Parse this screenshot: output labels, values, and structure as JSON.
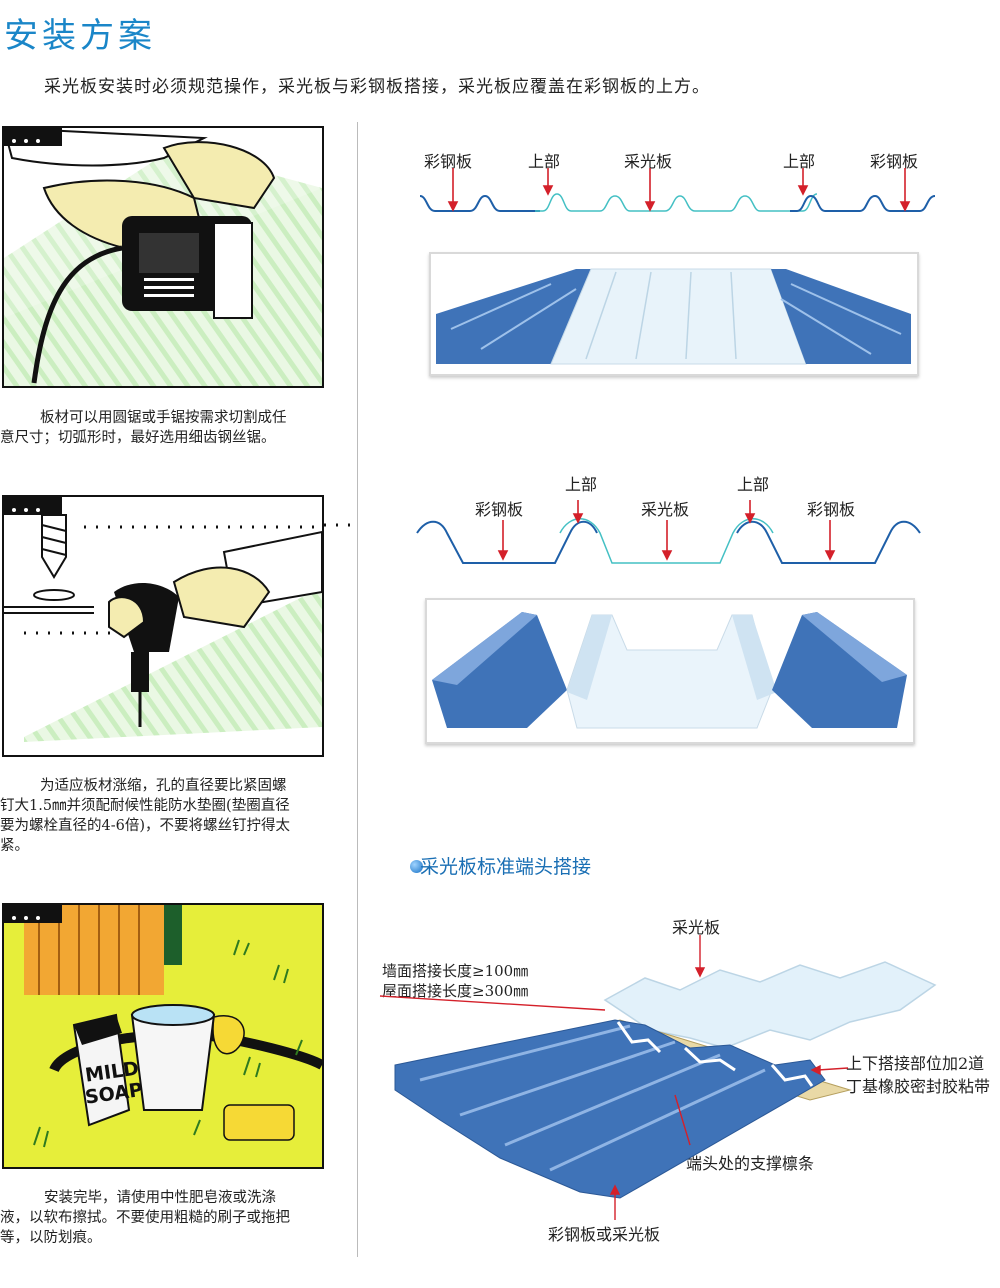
{
  "page": {
    "title": "安装方案",
    "intro": "采光板安装时必须规范操作，采光板与彩钢板搭接，采光板应覆盖在彩钢板的上方。"
  },
  "steps": [
    {
      "caption_line1": "板材可以用圆锯或手锯按需求切割成任",
      "caption_line2": "意尺寸；切弧形时，最好选用细齿钢丝锯。"
    },
    {
      "caption_line1": "为适应板材涨缩，孔的直径要比紧固螺",
      "caption_line2": "钉大1.5㎜并须配耐候性能防水垫圈(垫圈直径",
      "caption_line3": "要为螺栓直径的4-6倍)，不要将螺丝钉拧得太",
      "caption_line4": "紧。"
    },
    {
      "caption_line1": "安装完毕，请使用中性肥皂液或洗涤",
      "caption_line2": "液，以软布擦拭。不要使用粗糙的刷子或拖把",
      "caption_line3": "等，以防划痕。",
      "soap_line1": "MILD",
      "soap_line2": "SOAP"
    }
  ],
  "diagram1": {
    "labels": [
      "彩钢板",
      "上部",
      "采光板",
      "上部",
      "彩钢板"
    ]
  },
  "diagram2": {
    "labels": [
      "上部",
      "上部",
      "彩钢板",
      "采光板",
      "彩钢板"
    ]
  },
  "section": {
    "title": "采光板标准端头搭接",
    "label_top": "采光板",
    "label_wall": "墙面搭接长度≥100㎜",
    "label_roof": "屋面搭接长度≥300㎜",
    "label_seal_1": "上下搭接部位加2道",
    "label_seal_2": "丁基橡胶密封胶粘带",
    "label_purlin": "端头处的支撑檩条",
    "label_bottom": "彩钢板或采光板"
  },
  "colors": {
    "accent": "#1a86c8",
    "steel_blue": "#3f73b8",
    "light_panel": "#dfeff8",
    "arrow_red": "#d4202a",
    "panel_green": "#d7f2cf",
    "yellow_bg": "#e6ee3a"
  }
}
